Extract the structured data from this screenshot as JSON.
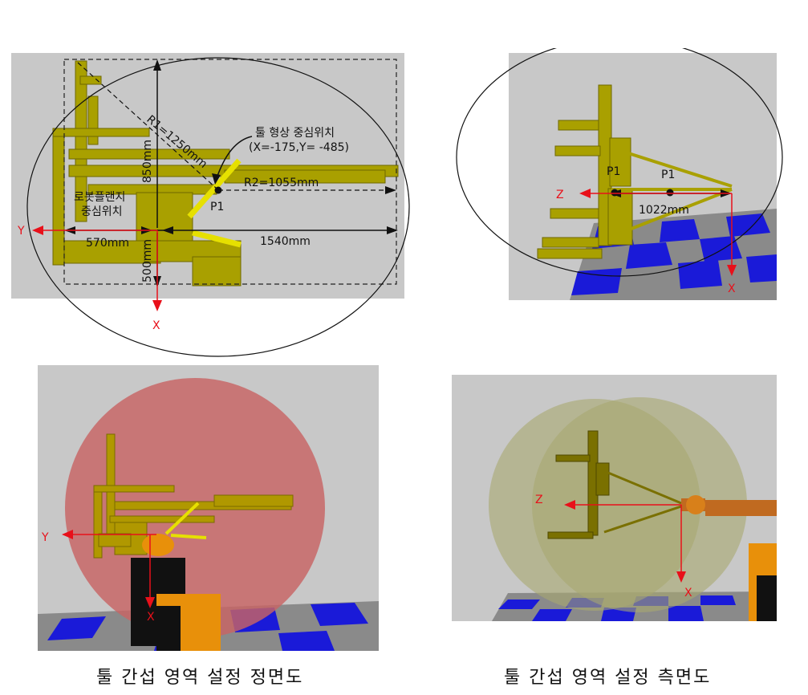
{
  "front_diagram": {
    "r1_label": "R1=1250mm",
    "h850_label": "850mm",
    "h500_label": "500mm",
    "w570_label": "570mm",
    "w1540_label": "1540mm",
    "r2_label": "R2=1055mm",
    "tool_center_label": "툴 형상 중심위치",
    "tool_center_coords": "(X=-175,Y= -485)",
    "flange_label_line1": "로봇플랜지",
    "flange_label_line2": "중심위치",
    "p1_label": "P1",
    "y_axis": "Y",
    "x_axis": "X"
  },
  "side_diagram": {
    "p1_left": "P1",
    "p1_right": "P1",
    "dim_label": "1022mm",
    "z_axis": "Z",
    "x_axis": "X"
  },
  "front_render": {
    "y_axis": "Y",
    "x_axis": "X"
  },
  "side_render": {
    "z_axis": "Z",
    "x_axis": "X"
  },
  "captions": {
    "left": "툴 간섭 영역 설정 정면도",
    "right": "툴 간섭 영역 설정 측면도"
  },
  "colors": {
    "panel_bg": "#c8c8c8",
    "tool_yellow": "#b0a800",
    "axis_red": "#e8101a",
    "floor_blue": "#1a1ad8",
    "sphere_red": "#c86464",
    "sphere_olive": "#a8a870"
  }
}
